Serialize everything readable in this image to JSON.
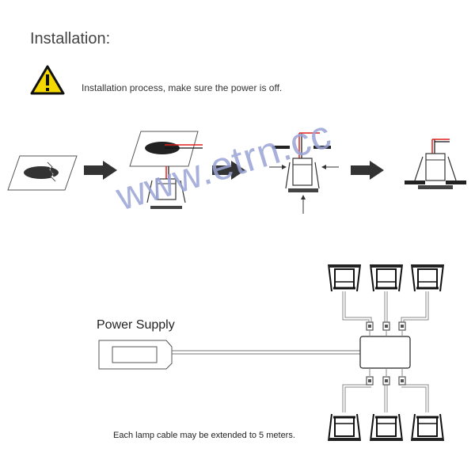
{
  "header": {
    "title": "Installation:"
  },
  "warning": {
    "icon": "warning-icon",
    "text": "Installation process, make sure the power is off."
  },
  "watermark": {
    "text": "www.etrn.cc"
  },
  "wiring": {
    "power_supply_label": "Power Supply",
    "note": "Each lamp cable may be extended to 5 meters."
  },
  "colors": {
    "warning_yellow": "#f5d800",
    "wire_red": "#e0211b",
    "watermark": "#9aa3d6"
  }
}
